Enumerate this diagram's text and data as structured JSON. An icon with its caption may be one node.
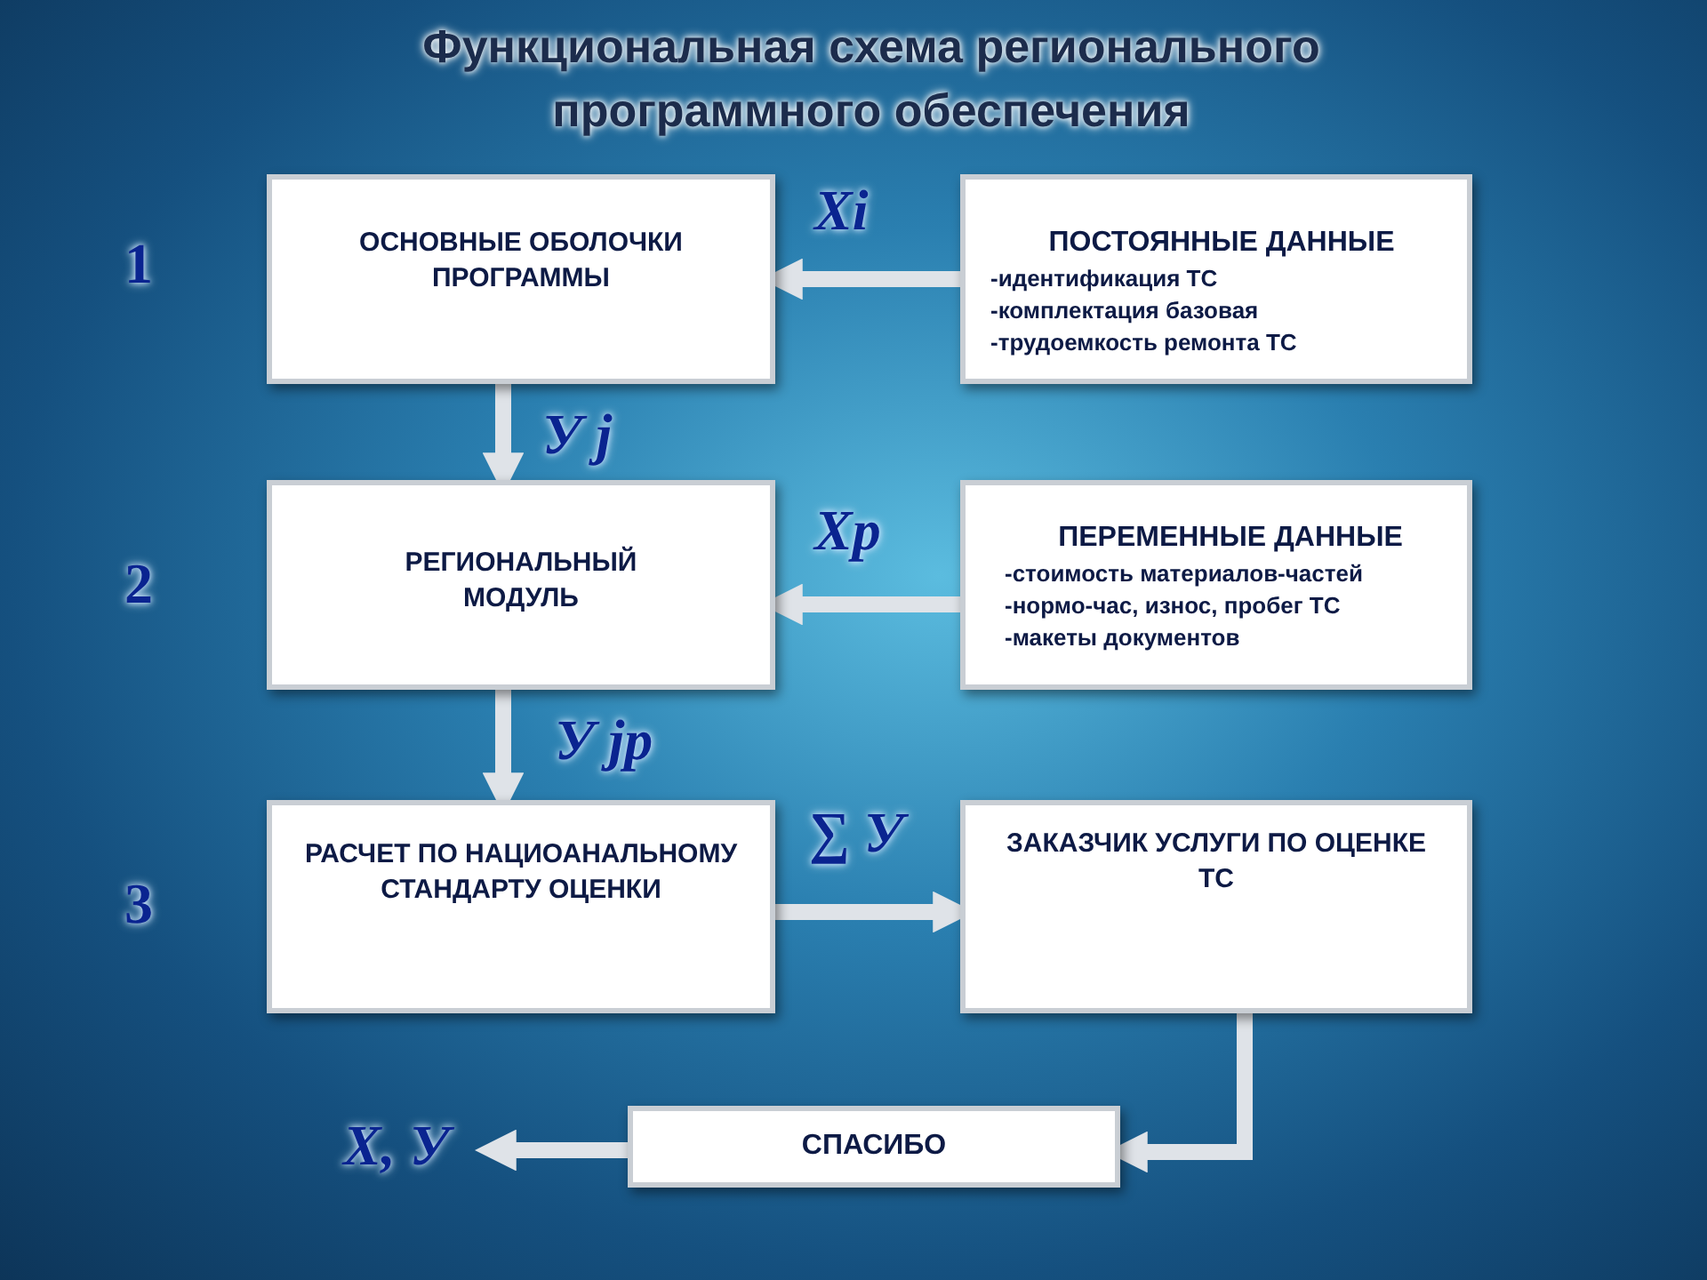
{
  "diagram": {
    "title": "Функциональная схема регионального программного обеспечения",
    "nodes": [
      {
        "text": [
          "ОСНОВНЫЕ ОБОЛОЧКИ ПРОГРАММЫ"
        ]
      },
      {
        "text": [
          "ПОСТОЯННЫЕ ДАННЫЕ",
          "-идентификация ТС",
          "-комплектация базовая",
          "-трудоемкость ремонта ТС"
        ]
      },
      {
        "text": [
          "РЕГИОНАЛЬНЫЙ МОДУЛЬ"
        ]
      },
      {
        "text": [
          "ПЕРЕМЕННЫЕ ДАННЫЕ",
          "-стоимость материалов-частей",
          "-нормо-час, износ, пробег ТС",
          "-макеты документов"
        ]
      },
      {
        "text": [
          "РАСЧЕТ ПО НАЦИОАНАЛЬНОМУ СТАНДАРТУ ОЦЕНКИ"
        ]
      },
      {
        "text": [
          "ЗАКАЗЧИК УСЛУГИ ПО ОЦЕНКЕ ТС"
        ]
      },
      {
        "text": [
          "СПАСИБО"
        ]
      },
      {
        "text": [
          "X, У"
        ]
      }
    ],
    "edges": [
      {
        "from": 1,
        "to": 0,
        "arrow": "to",
        "label": "Xi"
      },
      {
        "from": 0,
        "to": 2,
        "arrow": "to",
        "label": "У j"
      },
      {
        "from": 3,
        "to": 2,
        "arrow": "to",
        "label": "Xp"
      },
      {
        "from": 2,
        "to": 4,
        "arrow": "to",
        "label": "У jp"
      },
      {
        "from": 4,
        "to": 5,
        "arrow": "to",
        "label": "∑ У"
      },
      {
        "from": 5,
        "to": 6,
        "arrow": "to"
      },
      {
        "from": 6,
        "to": 7,
        "arrow": "to"
      }
    ],
    "labels": [
      "1",
      "2",
      "3"
    ]
  }
}
